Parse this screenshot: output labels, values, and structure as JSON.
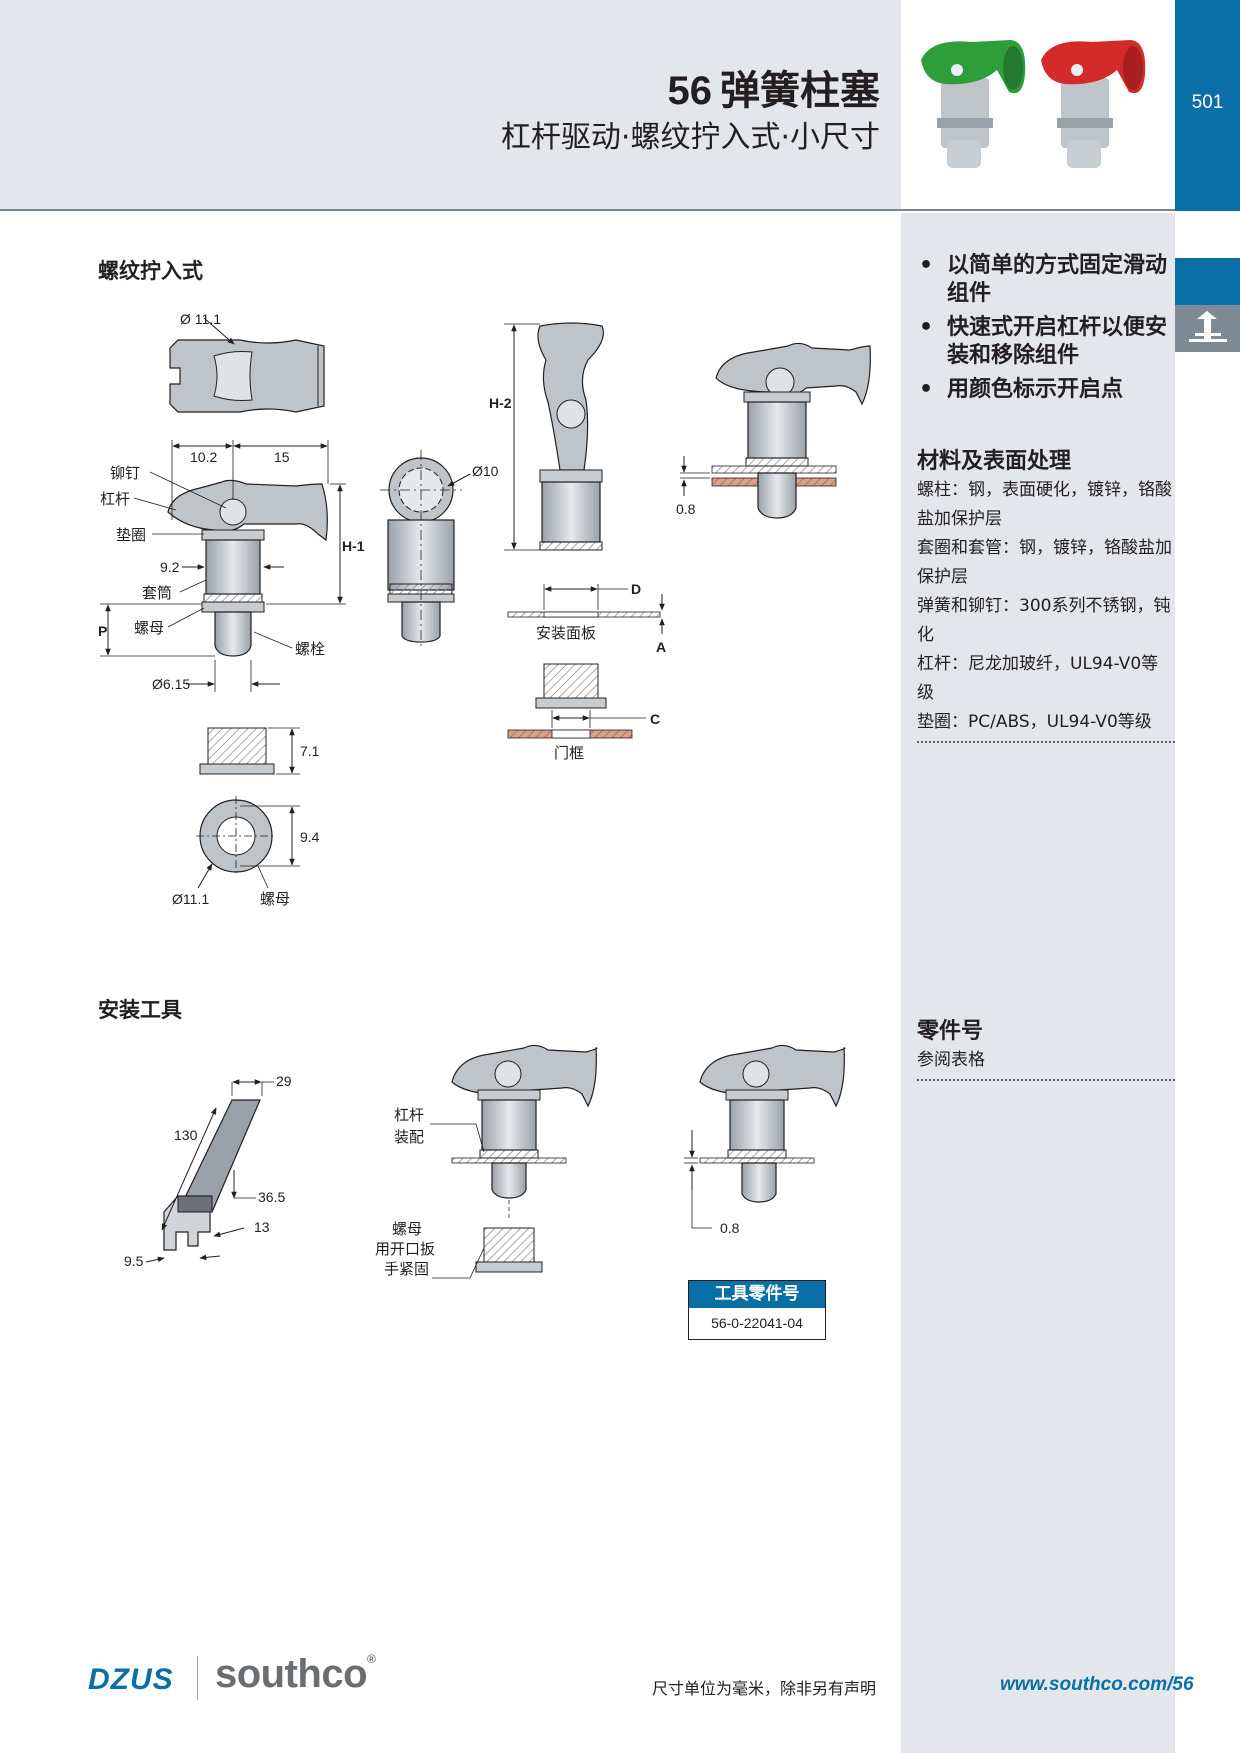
{
  "header": {
    "series_number": "56",
    "title": "弹簧柱塞",
    "subtitle": "杠杆驱动·螺纹拧入式·小尺寸",
    "page_number": "501"
  },
  "sidebar": {
    "features": [
      "以简单的方式固定滑动组件",
      "快速式开启杠杆以便安装和移除组件",
      "用颜色标示开启点"
    ],
    "materials_heading": "材料及表面处理",
    "materials": [
      "螺柱：钢，表面硬化，镀锌，铬酸盐加保护层",
      "套圈和套管：钢，镀锌，铬酸盐加保护层",
      "弹簧和铆钉：300系列不锈钢，钝化",
      "杠杆：尼龙加玻纤，UL94-V0等级",
      "垫圈：PC/ABS，UL94-V0等级"
    ],
    "part_heading": "零件号",
    "part_body": "参阅表格"
  },
  "section1": {
    "heading": "螺纹拧入式",
    "labels": {
      "rivet": "铆钉",
      "lever": "杠杆",
      "washer": "垫圈",
      "sleeve": "套筒",
      "nut": "螺母",
      "stud": "螺栓",
      "mount_panel": "安装面板",
      "door_frame": "门框",
      "nut2": "螺母"
    },
    "dims": {
      "d11_1_top": "Ø 11.1",
      "d10_2": "10.2",
      "d15": "15",
      "d9_2": "9.2",
      "dH1": "H-1",
      "dP": "P",
      "d6_15": "Ø6.15",
      "d10": "Ø10",
      "dH2": "H-2",
      "dD": "D",
      "dA": "A",
      "dC": "C",
      "d0_8": "0.8",
      "d7_1": "7.1",
      "d9_4": "9.4",
      "d11_1_bottom": "Ø11.1"
    }
  },
  "section2": {
    "heading": "安装工具",
    "dims": {
      "d29": "29",
      "d130": "130",
      "d36_5": "36.5",
      "d13": "13",
      "d9_5": "9.5",
      "d0_8": "0.8"
    },
    "labels": {
      "lever_assembly": [
        "杠杆",
        "装配"
      ],
      "nut_tighten": [
        "螺母",
        "用开口扳",
        "手紧固"
      ]
    },
    "tool_table": {
      "header": "工具零件号",
      "value": "56-0-22041-04"
    }
  },
  "footer": {
    "note": "尺寸单位为毫米，除非另有声明",
    "url": "www.southco.com/56",
    "logo_left": "DZUS",
    "logo_right": "southco"
  },
  "colors": {
    "brand_blue": "#0a6fa6",
    "band_gray": "#e3e6ea",
    "lever_green": "#2e9e3a",
    "lever_red": "#d42a2a",
    "frame_copper": "#d7a28a"
  }
}
